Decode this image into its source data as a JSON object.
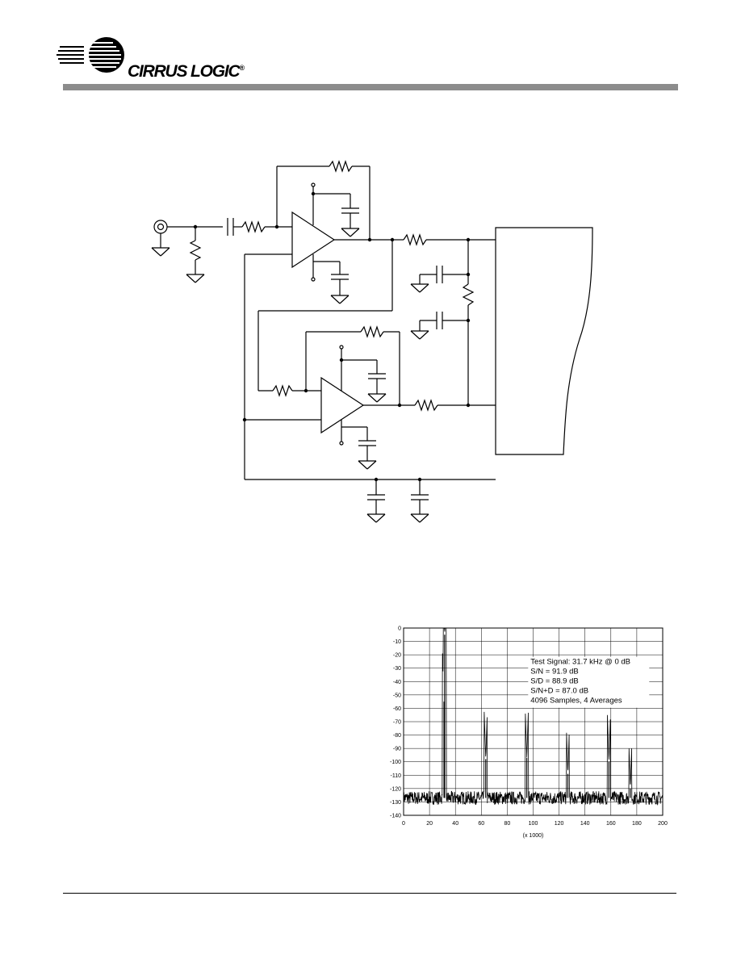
{
  "header": {
    "logo_text": "CIRRUS LOGIC",
    "logo_reg": "®"
  },
  "chart_data": {
    "type": "line",
    "x_multiplier_label": "(x 1000)",
    "xlim": [
      0,
      200
    ],
    "ylim": [
      -140,
      0
    ],
    "x_ticks": [
      0,
      20,
      40,
      60,
      80,
      100,
      120,
      140,
      160,
      180,
      200
    ],
    "y_ticks": [
      0,
      -10,
      -20,
      -30,
      -40,
      -50,
      -60,
      -70,
      -80,
      -90,
      -100,
      -110,
      -120,
      -130,
      -140
    ],
    "grid": true,
    "annotations": [
      "Test Signal:  31.7 kHz @ 0 dB",
      "S/N = 91.9 dB",
      "S/D = 88.9 dB",
      "S/N+D = 87.0 dB",
      "4096 Samples, 4 Averages"
    ],
    "noise_floor_db": -127,
    "peaks": [
      {
        "x": 31.7,
        "y": -5
      },
      {
        "x": 31.2,
        "y": -55
      },
      {
        "x": 63.4,
        "y": -98
      },
      {
        "x": 95.1,
        "y": -97
      },
      {
        "x": 126.8,
        "y": -109
      },
      {
        "x": 158.5,
        "y": -100
      },
      {
        "x": 175.0,
        "y": -120
      }
    ],
    "line_color": "#000000"
  }
}
